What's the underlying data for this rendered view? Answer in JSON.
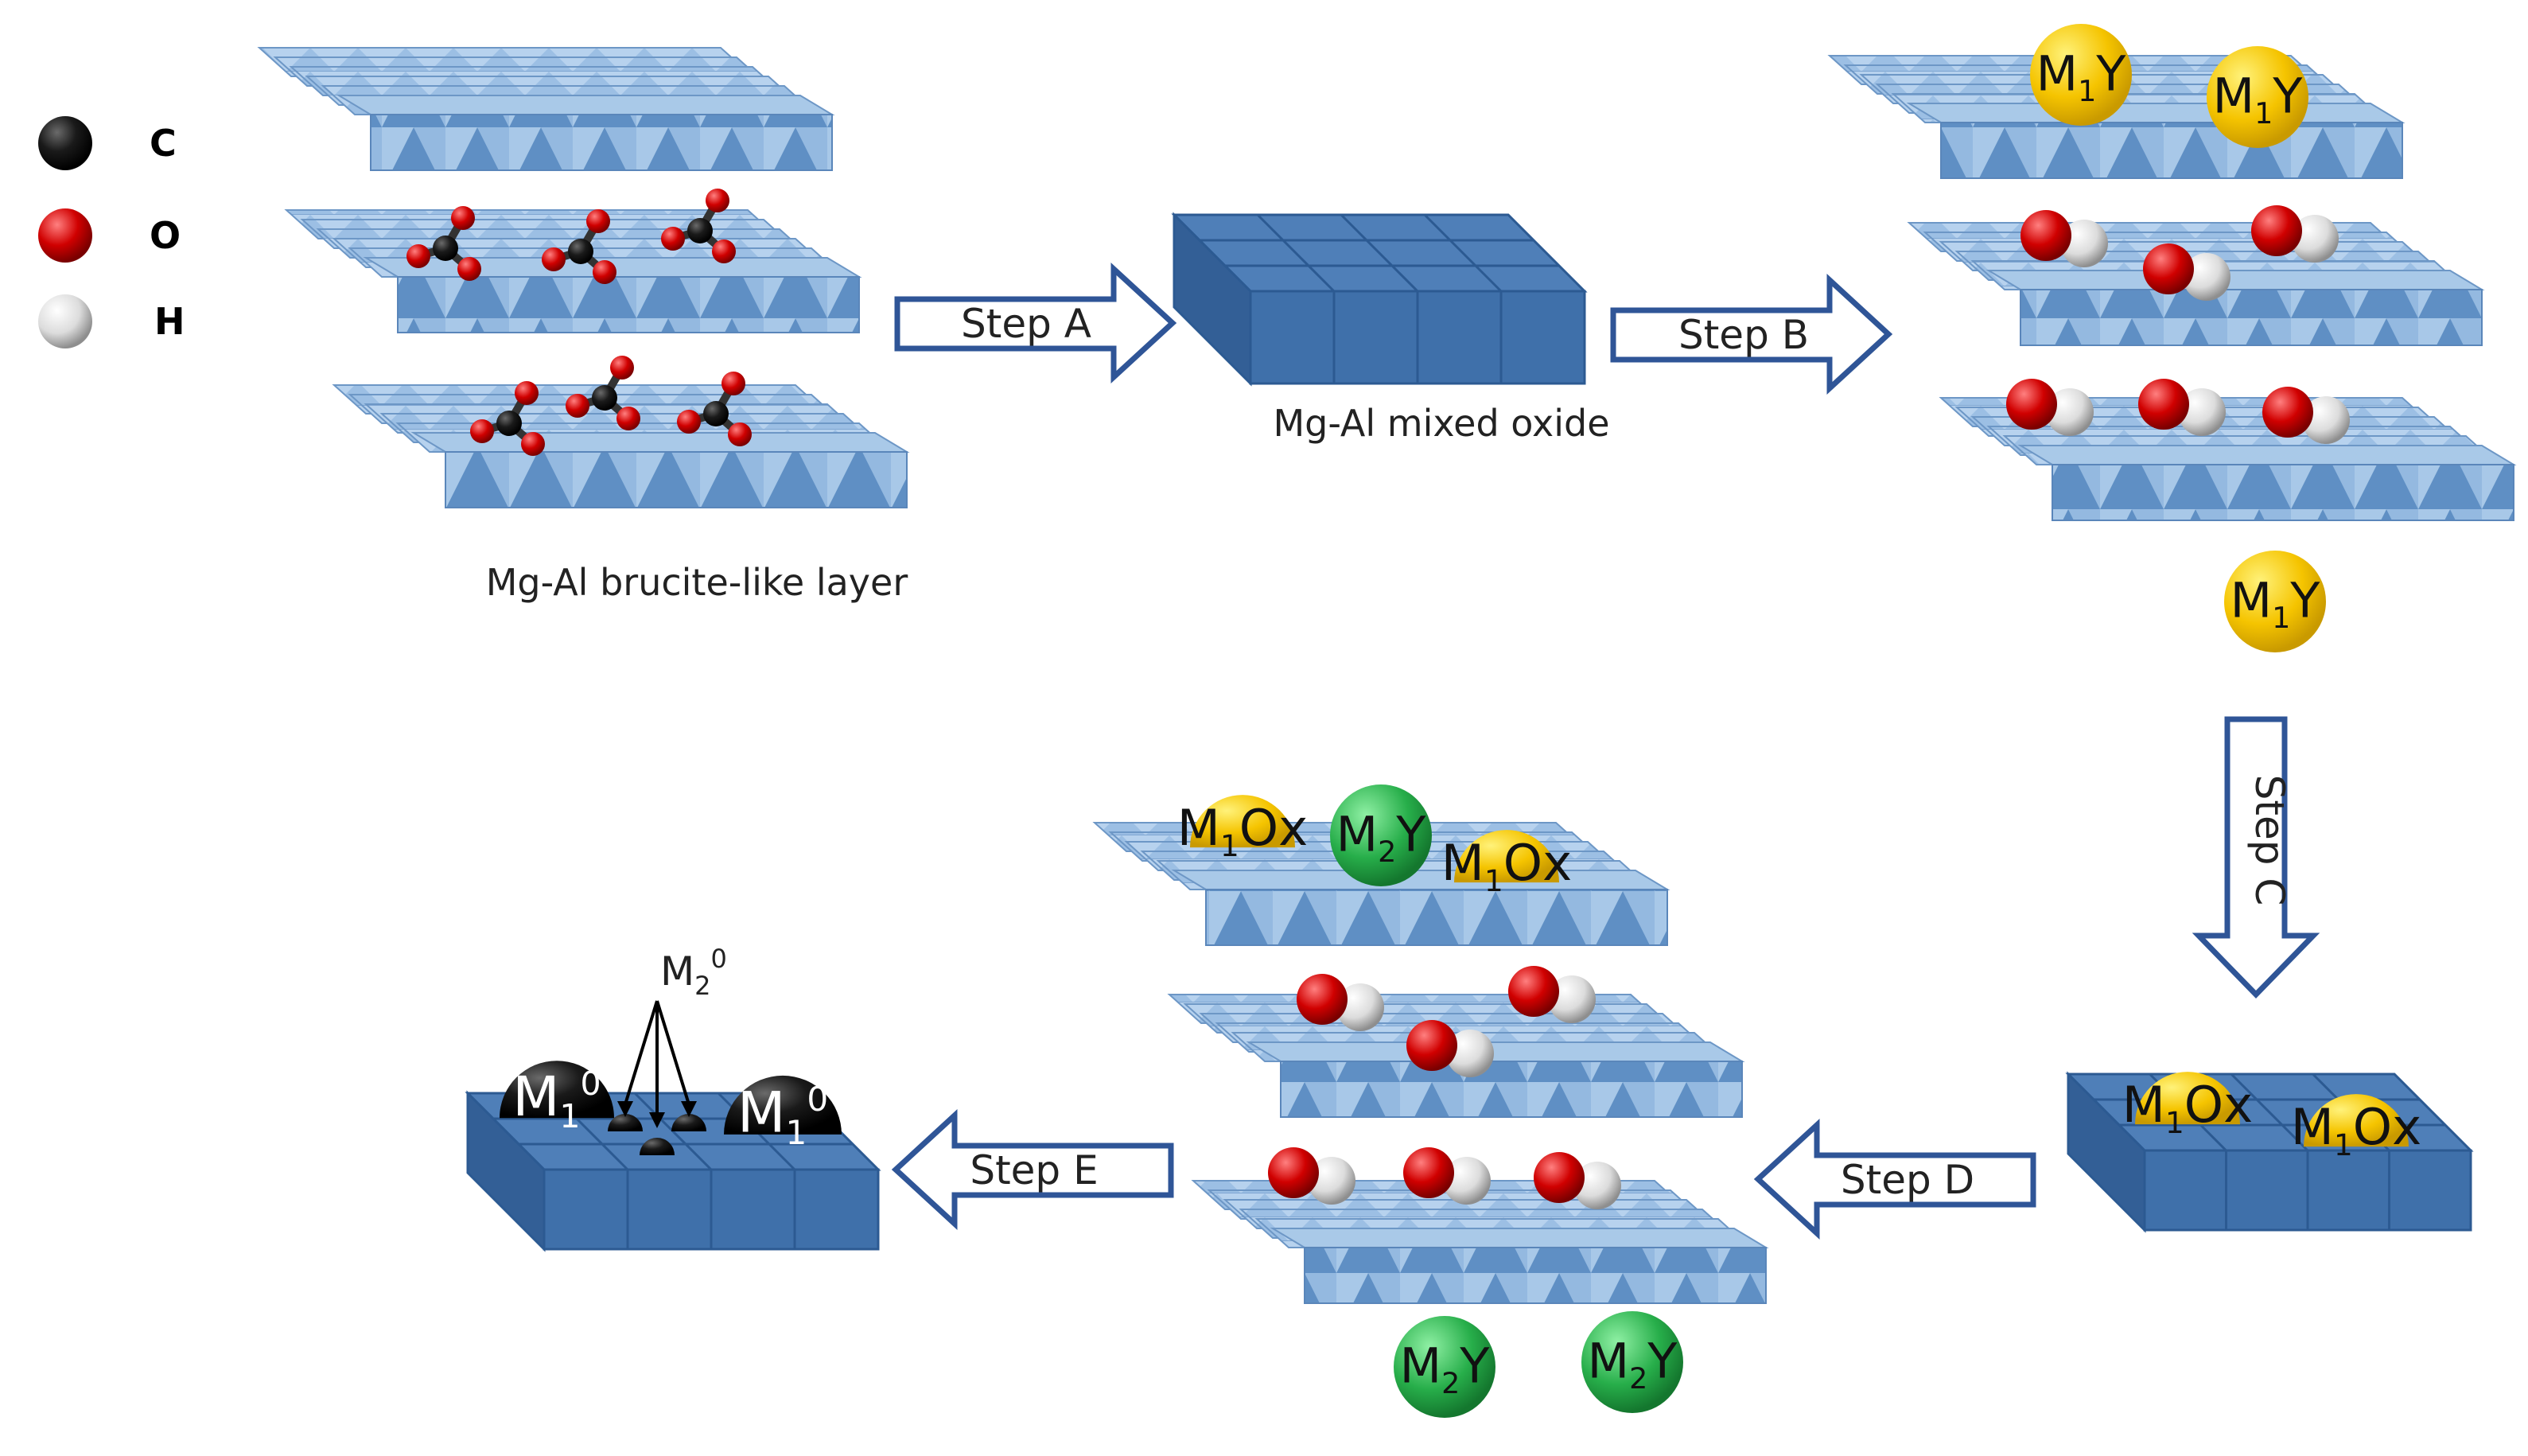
{
  "legend": {
    "items": [
      {
        "symbol": "C",
        "color": "#000000"
      },
      {
        "symbol": "O",
        "color": "#e00000"
      },
      {
        "symbol": "H",
        "color": "#f2f2f2"
      }
    ]
  },
  "captions": {
    "brucite": "Mg-Al brucite-like layer",
    "mixed_oxide": "Mg-Al mixed oxide"
  },
  "steps": {
    "a": "Step A",
    "b": "Step B",
    "c": "Step C",
    "d": "Step D",
    "e": "Step E"
  },
  "species": {
    "m1": "M",
    "m1_sub": "1",
    "m2": "M",
    "m2_sub": "2",
    "y": "Y",
    "ox": "Ox",
    "zero": "0"
  },
  "colors": {
    "layer_top": "#a9c9e8",
    "layer_face": "#6f9ccc",
    "block_top": "#4f7fb8",
    "block_face": "#3f70aa",
    "arrow_stroke": "#2f5597",
    "gold": "#f5c400",
    "green": "#27ae4a",
    "oxygen": "#c00000",
    "hydrogen": "#d9d9d9",
    "carbon": "#333333",
    "metal_particle": "#000000"
  }
}
